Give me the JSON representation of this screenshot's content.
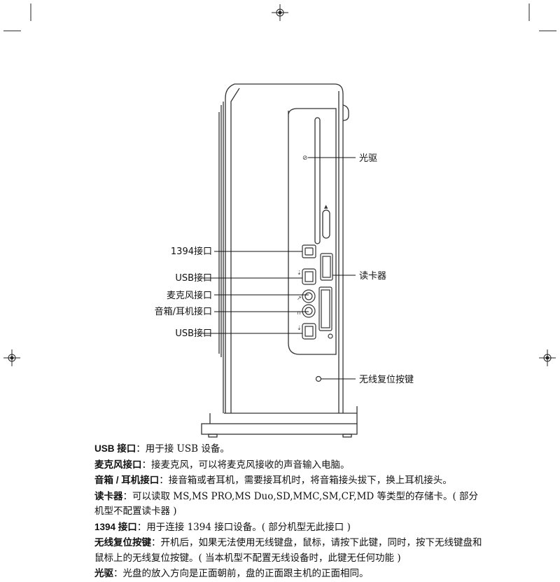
{
  "labels": {
    "optical_drive": "光驱",
    "port_1394": "1394接口",
    "usb_port_1": "USB接口",
    "mic_port": "麦克风接口",
    "audio_port": "音箱/耳机接口",
    "usb_port_2": "USB接口",
    "card_reader": "读卡器",
    "wireless_reset": "无线复位按键"
  },
  "descriptions": [
    {
      "term": "USB 接口",
      "text": "：用于接 USB 设备。"
    },
    {
      "term": "麦克风接口",
      "text": "：接麦克风，可以将麦克风接收的声音输入电脑。"
    },
    {
      "term": "音箱 / 耳机接口",
      "text": "：接音箱或者耳机，需要接耳机时，将音箱接头拔下，换上耳机接头。"
    },
    {
      "term": "读卡器",
      "text": "：可以读取 MS,MS PRO,MS Duo,SD,MMC,SM,CF,MD 等类型的存储卡。( 部分机型不配置读卡器 )"
    },
    {
      "term": "1394 接口",
      "text": "：用于连接 1394 接口设备。( 部分机型无此接口 )"
    },
    {
      "term": "无线复位按键",
      "text": "：开机后，如果无法使用无线键盘，鼠标，请按下此键，同时，按下无线键盘和鼠标上的无线复位按键。( 当本机型不配置无线设备时，此键无任何功能 )"
    },
    {
      "term": "光驱",
      "text": "：光盘的放入方向是正面朝前，盘的正面跟主机的正面相同。"
    }
  ]
}
